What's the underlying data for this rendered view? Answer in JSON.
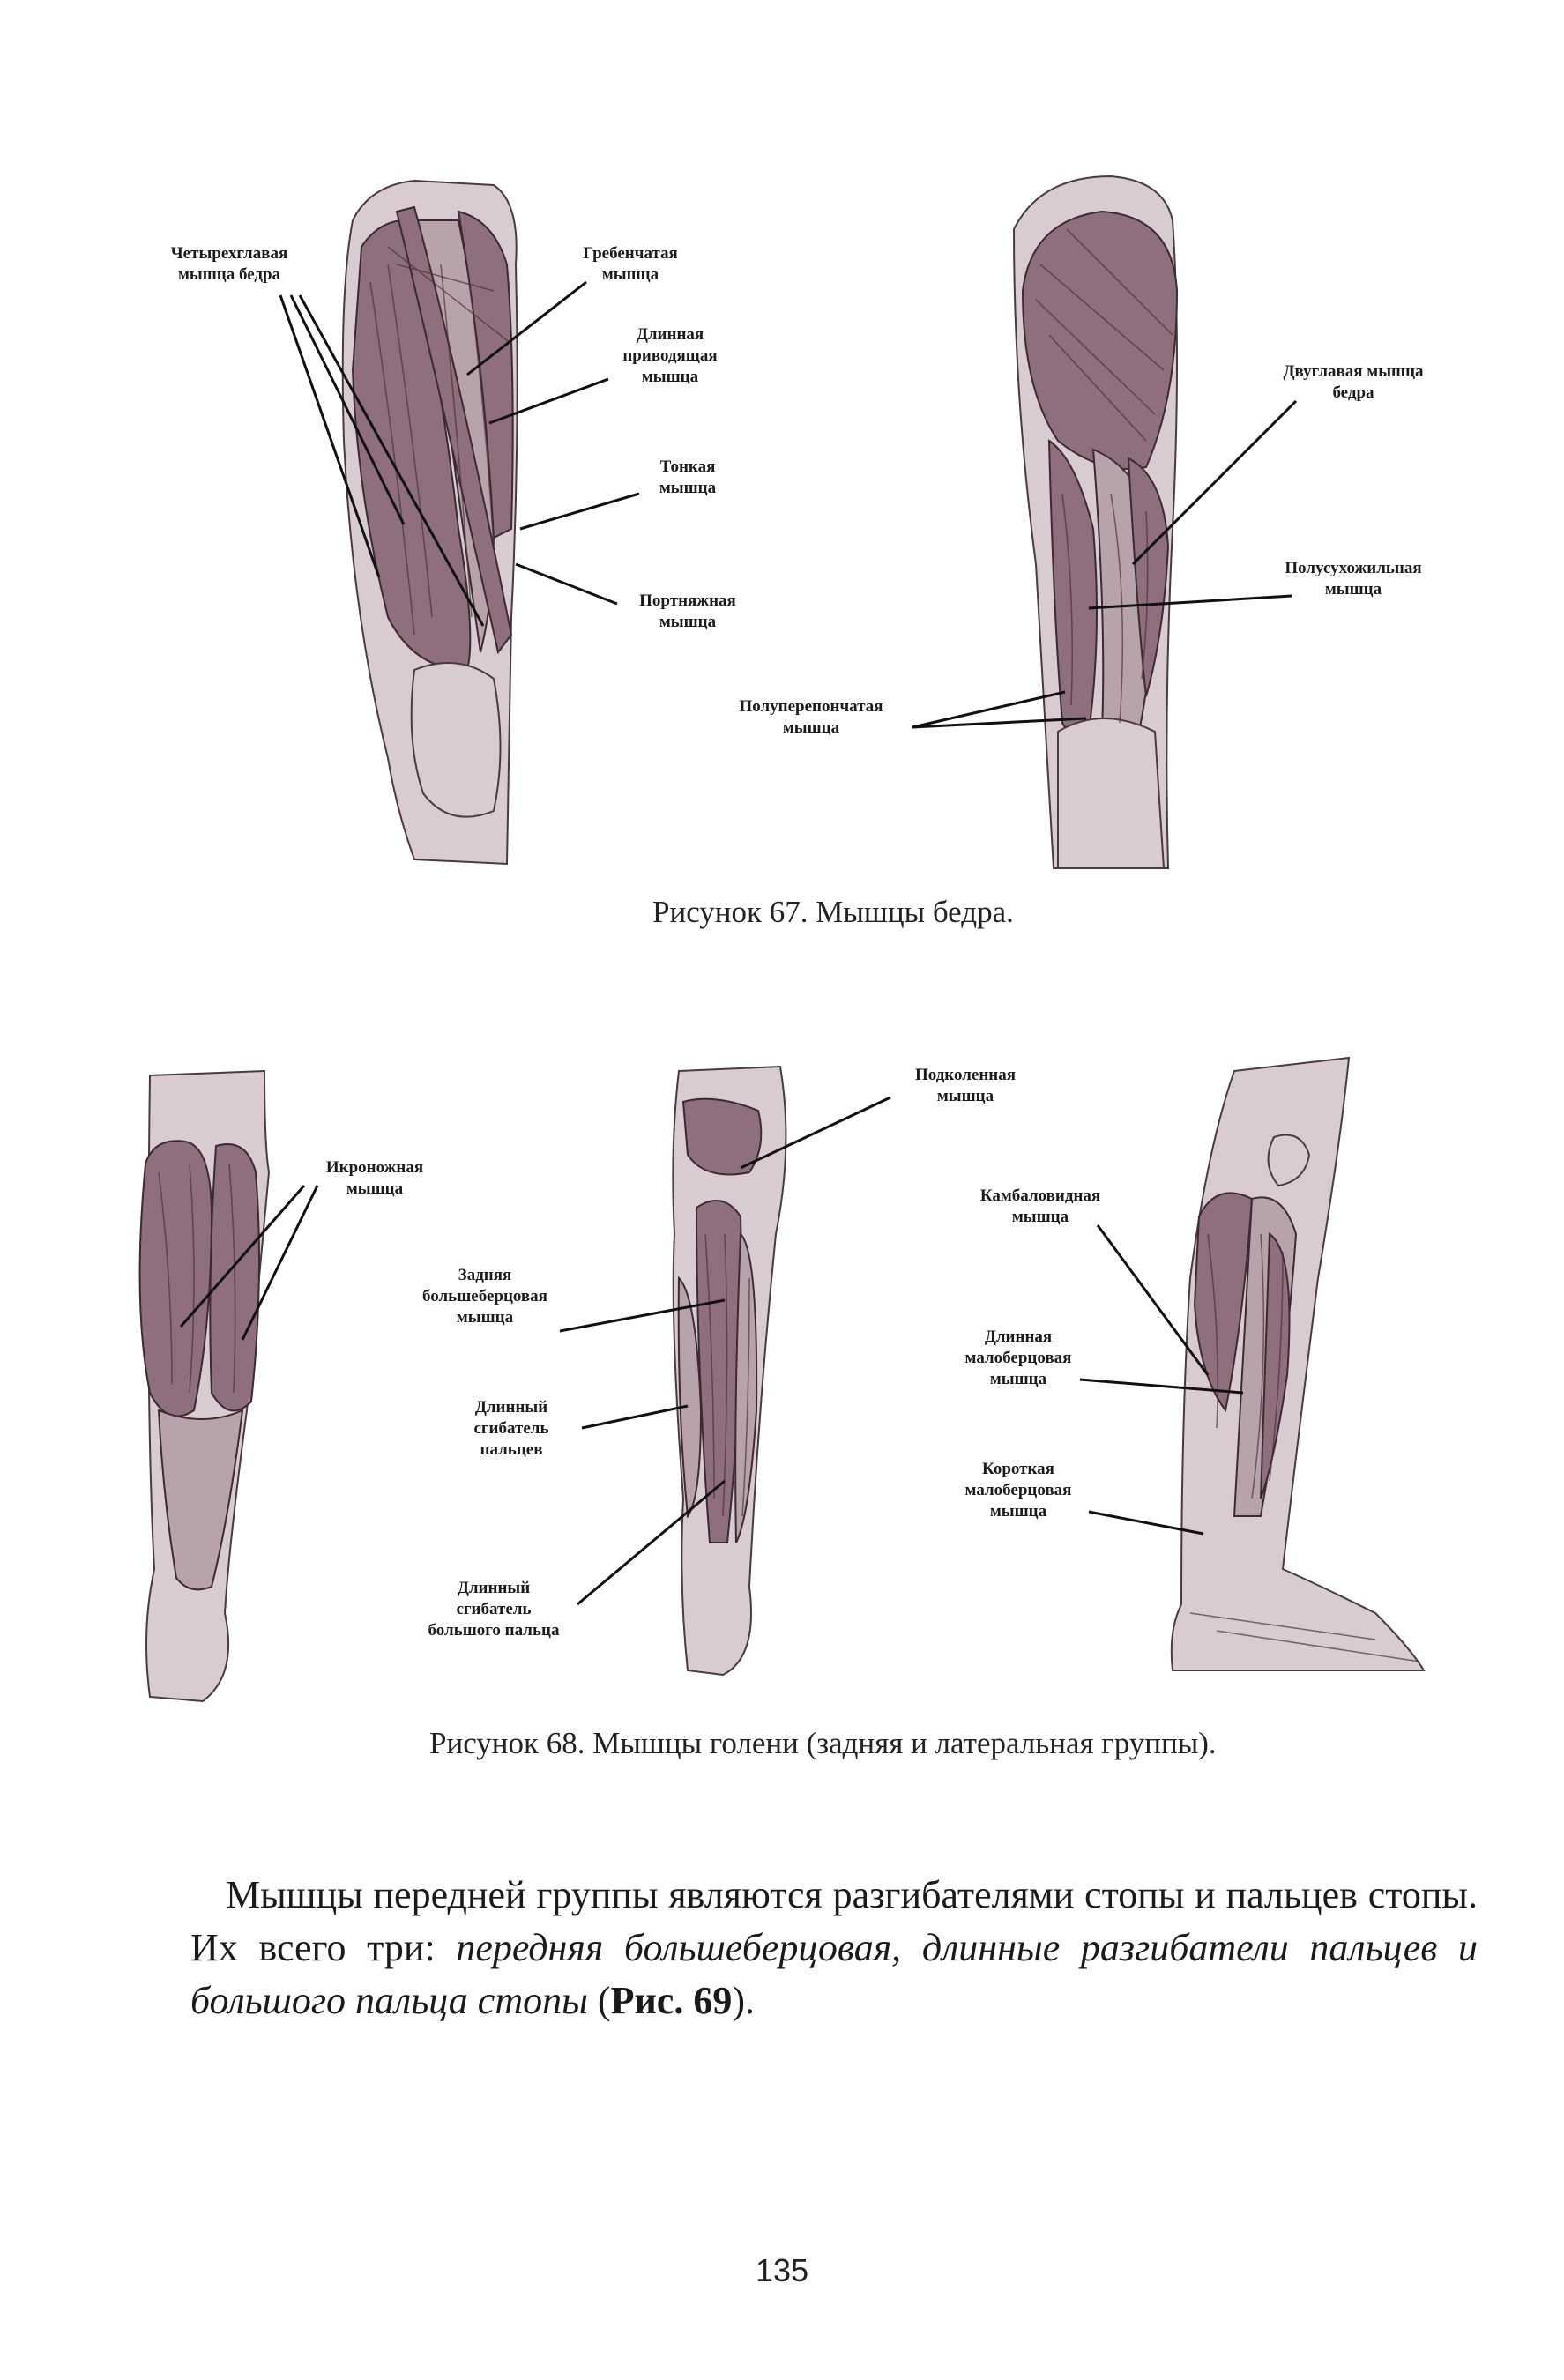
{
  "figure67": {
    "labels": {
      "quadriceps": "Четырехглавая\nмышца бедра",
      "pectineus": "Гребенчатая\nмышца",
      "adductor_longus": "Длинная\nприводящая\nмышца",
      "gracilis": "Тонкая\nмышца",
      "sartorius": "Портняжная\nмышца",
      "semimembranosus": "Полуперепончатая\nмышца",
      "biceps_femoris": "Двуглавая мышца\nбедра",
      "semitendinosus": "Полусухожильная\nмышца"
    },
    "caption": "Рисунок 67. Мышцы бедра."
  },
  "figure68": {
    "labels": {
      "gastrocnemius": "Икроножная\nмышца",
      "popliteus": "Подколенная\nмышца",
      "tibialis_posterior": "Задняя\nбольшеберцовая\nмышца",
      "flexor_digitorum_longus": "Длинный\nсгибатель\nпальцев",
      "flexor_hallucis_longus": "Длинный\nсгибатель\nбольшого пальца",
      "soleus": "Камбаловидная\nмышца",
      "peroneus_longus": "Длинная\nмалоберцовая\nмышца",
      "peroneus_brevis": "Короткая\nмалоберцовая\nмышца"
    },
    "caption": "Рисунок 68. Мышцы голени (задняя и латеральная группы)."
  },
  "paragraph": {
    "text_plain": "Мышцы передней группы являются разгибателями стопы и пальцев стопы. Их всего три: ",
    "text_italic": "передняя большеберцовая, длинные разгибатели пальцев и большого пальца стопы",
    "text_open": " (",
    "text_bold": "Рис. 69",
    "text_close": ")."
  },
  "page_number": "135"
}
